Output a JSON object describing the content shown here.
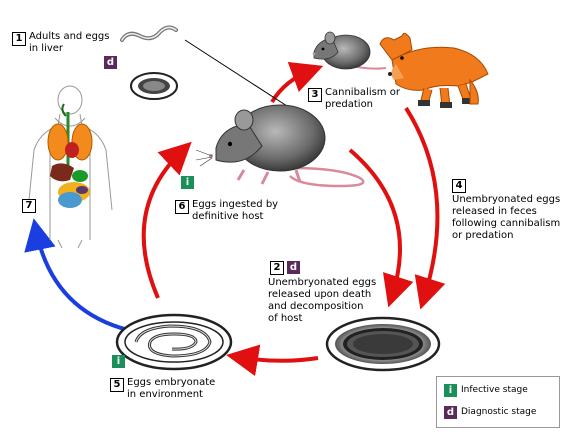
{
  "stages": {
    "s1": {
      "num": "1",
      "text": "Adults and eggs\nin liver"
    },
    "s2": {
      "num": "2",
      "text": "Unembryonated eggs\nreleased upon death\nand decomposition\nof host"
    },
    "s3": {
      "num": "3",
      "text": "Cannibalism or\npredation"
    },
    "s4": {
      "num": "4",
      "text": "Unembryonated eggs\nreleased in feces\nfollowing cannibalism\nor predation"
    },
    "s5": {
      "num": "5",
      "text": "Eggs embryonate\nin environment"
    },
    "s6": {
      "num": "6",
      "text": "Eggs ingested by\ndefinitive host"
    },
    "s7": {
      "num": "7"
    }
  },
  "badges": {
    "infective": "i",
    "diagnostic": "d"
  },
  "legend": {
    "infective_label": "Infective stage",
    "diagnostic_label": "Diagnostic stage"
  },
  "colors": {
    "arrow_red": "#e01010",
    "arrow_blue": "#1a3ee0",
    "infective": "#1a8f5a",
    "diagnostic": "#5a2a5a"
  }
}
